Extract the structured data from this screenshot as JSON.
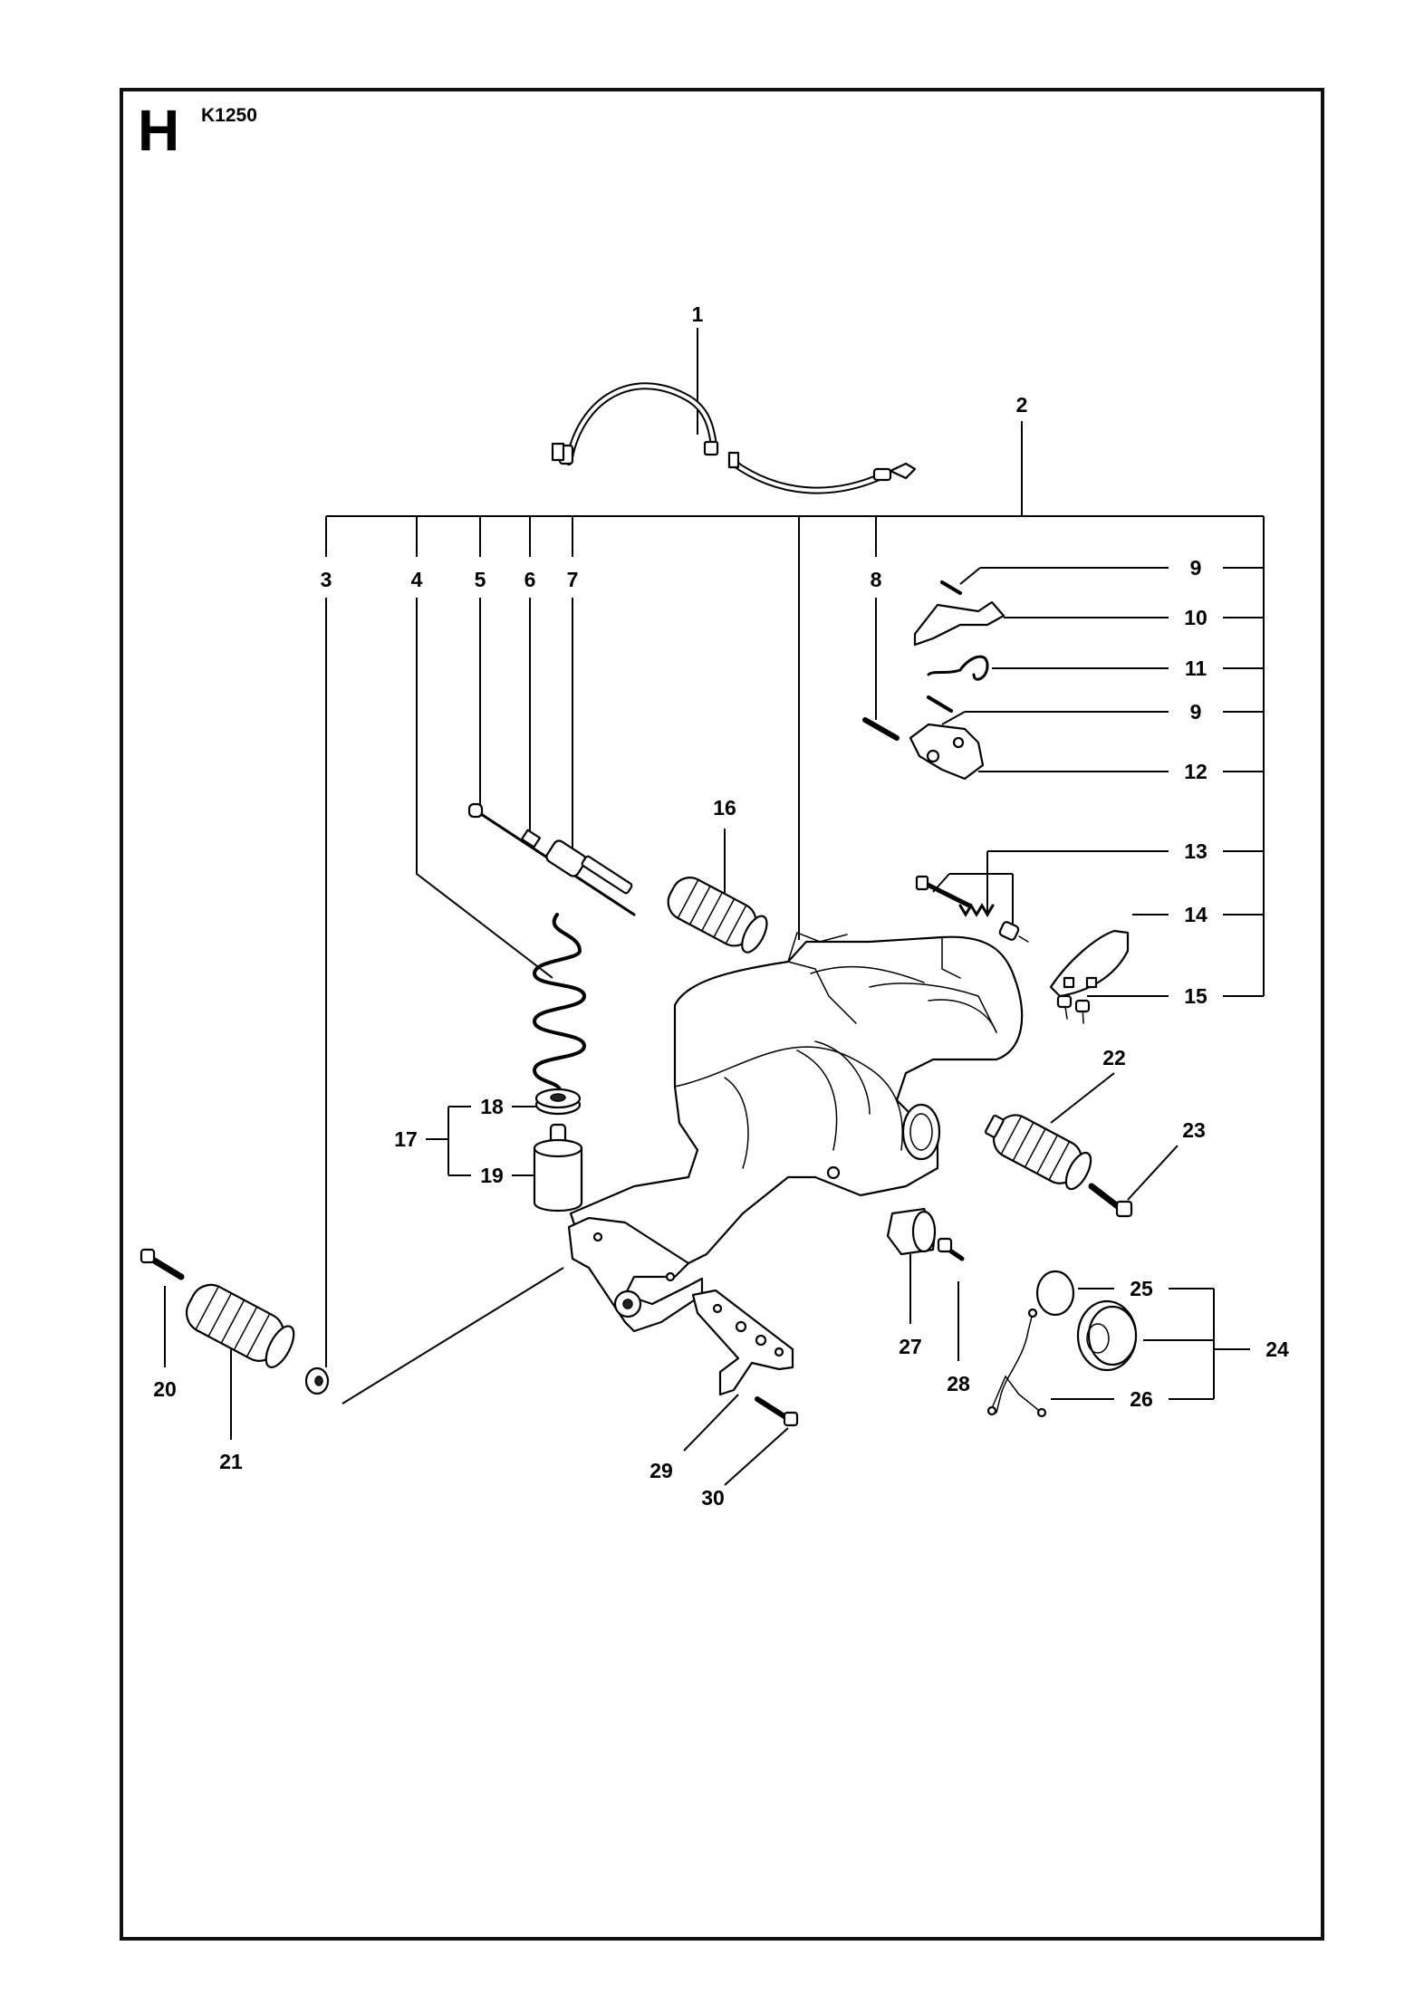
{
  "header": {
    "section": "H",
    "model": "K1250"
  },
  "callouts": {
    "c1": "1",
    "c2": "2",
    "c3": "3",
    "c4": "4",
    "c5": "5",
    "c6": "6",
    "c7": "7",
    "c8": "8",
    "c9a": "9",
    "c9b": "9",
    "c10": "10",
    "c11": "11",
    "c12": "12",
    "c13": "13",
    "c14": "14",
    "c15": "15",
    "c16": "16",
    "c17": "17",
    "c18": "18",
    "c19": "19",
    "c20": "20",
    "c21": "21",
    "c22": "22",
    "c23": "23",
    "c24": "24",
    "c25": "25",
    "c26": "26",
    "c27": "27",
    "c28": "28",
    "c29": "29",
    "c30": "30"
  }
}
